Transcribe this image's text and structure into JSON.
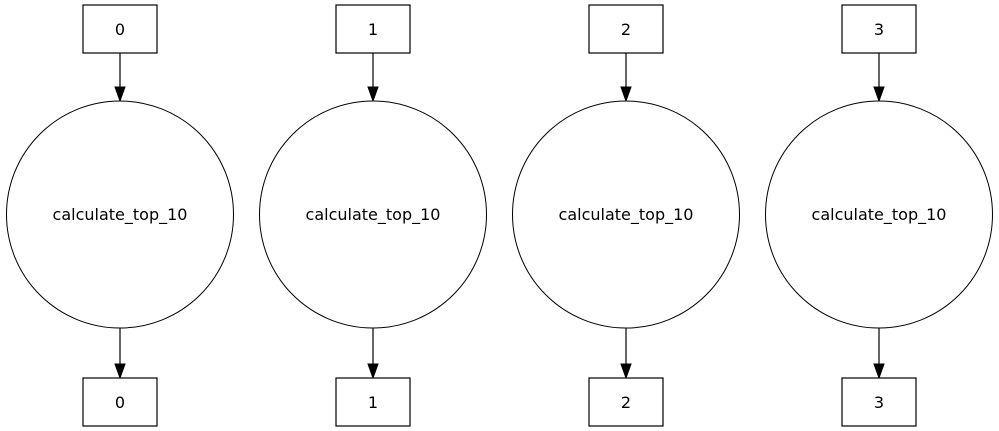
{
  "diagram": {
    "type": "dag-pipeline-fanout",
    "columns": [
      {
        "input": "0",
        "task": "calculate_top_10",
        "output": "0"
      },
      {
        "input": "1",
        "task": "calculate_top_10",
        "output": "1"
      },
      {
        "input": "2",
        "task": "calculate_top_10",
        "output": "2"
      },
      {
        "input": "3",
        "task": "calculate_top_10",
        "output": "3"
      }
    ],
    "colors": {
      "stroke": "#000000",
      "fill": "#ffffff",
      "text": "#000000",
      "background": "#ffffff"
    }
  }
}
